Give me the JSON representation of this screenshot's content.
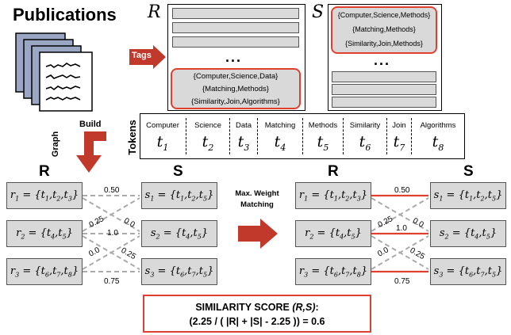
{
  "title": "Publications",
  "set_r_label": "R",
  "set_s_label": "S",
  "tags_label": "Tags",
  "build_label": "Build",
  "graph_label": "Graph",
  "tokens_label": "Tokens",
  "r_tags": [
    "{Computer,Science,Data}",
    "{Matching,Methods}",
    "{Similarity,Join,Algorithms}"
  ],
  "s_tags": [
    "{Computer,Science,Methods}",
    "{Matching,Methods}",
    "{Similarity,Join,Methods}"
  ],
  "ellipsis": "...",
  "tokens": [
    {
      "name": "Computer",
      "sym": "t",
      "sub": "1"
    },
    {
      "name": "Science",
      "sym": "t",
      "sub": "2"
    },
    {
      "name": "Data",
      "sym": "t",
      "sub": "3"
    },
    {
      "name": "Matching",
      "sym": "t",
      "sub": "4"
    },
    {
      "name": "Methods",
      "sym": "t",
      "sub": "5"
    },
    {
      "name": "Similarity",
      "sym": "t",
      "sub": "6"
    },
    {
      "name": "Join",
      "sym": "t",
      "sub": "7"
    },
    {
      "name": "Algorithms",
      "sym": "t",
      "sub": "8"
    }
  ],
  "graph": {
    "r_header": "R",
    "s_header": "S",
    "r_nodes": [
      {
        "var": "r",
        "sub": "1",
        "set": [
          "1",
          "2",
          "3"
        ]
      },
      {
        "var": "r",
        "sub": "2",
        "set": [
          "4",
          "5"
        ]
      },
      {
        "var": "r",
        "sub": "3",
        "set": [
          "6",
          "7",
          "8"
        ]
      }
    ],
    "s_nodes": [
      {
        "var": "s",
        "sub": "1",
        "set": [
          "1",
          "2",
          "5"
        ]
      },
      {
        "var": "s",
        "sub": "2",
        "set": [
          "4",
          "5"
        ]
      },
      {
        "var": "s",
        "sub": "3",
        "set": [
          "6",
          "7",
          "5"
        ]
      }
    ],
    "edge_weights": {
      "r1s1": "0.50",
      "r1s2": "0.25",
      "r2s1": "0.0",
      "r2s2": "1.0",
      "r2s3": "0.0",
      "r3s2": "0.25",
      "r3s3": "0.75"
    }
  },
  "matching_label_1": "Max. Weight",
  "matching_label_2": "Matching",
  "score_title": "SIMILARITY SCORE ",
  "score_pair": "(R,S)",
  "score_colon": ":",
  "score_formula": "(2.25 / ( |R| + |S| - 2.25 )) = 0.6",
  "colors": {
    "accent": "#e0402f",
    "box": "#d9d9d9",
    "edge": "#aaaaaa"
  }
}
